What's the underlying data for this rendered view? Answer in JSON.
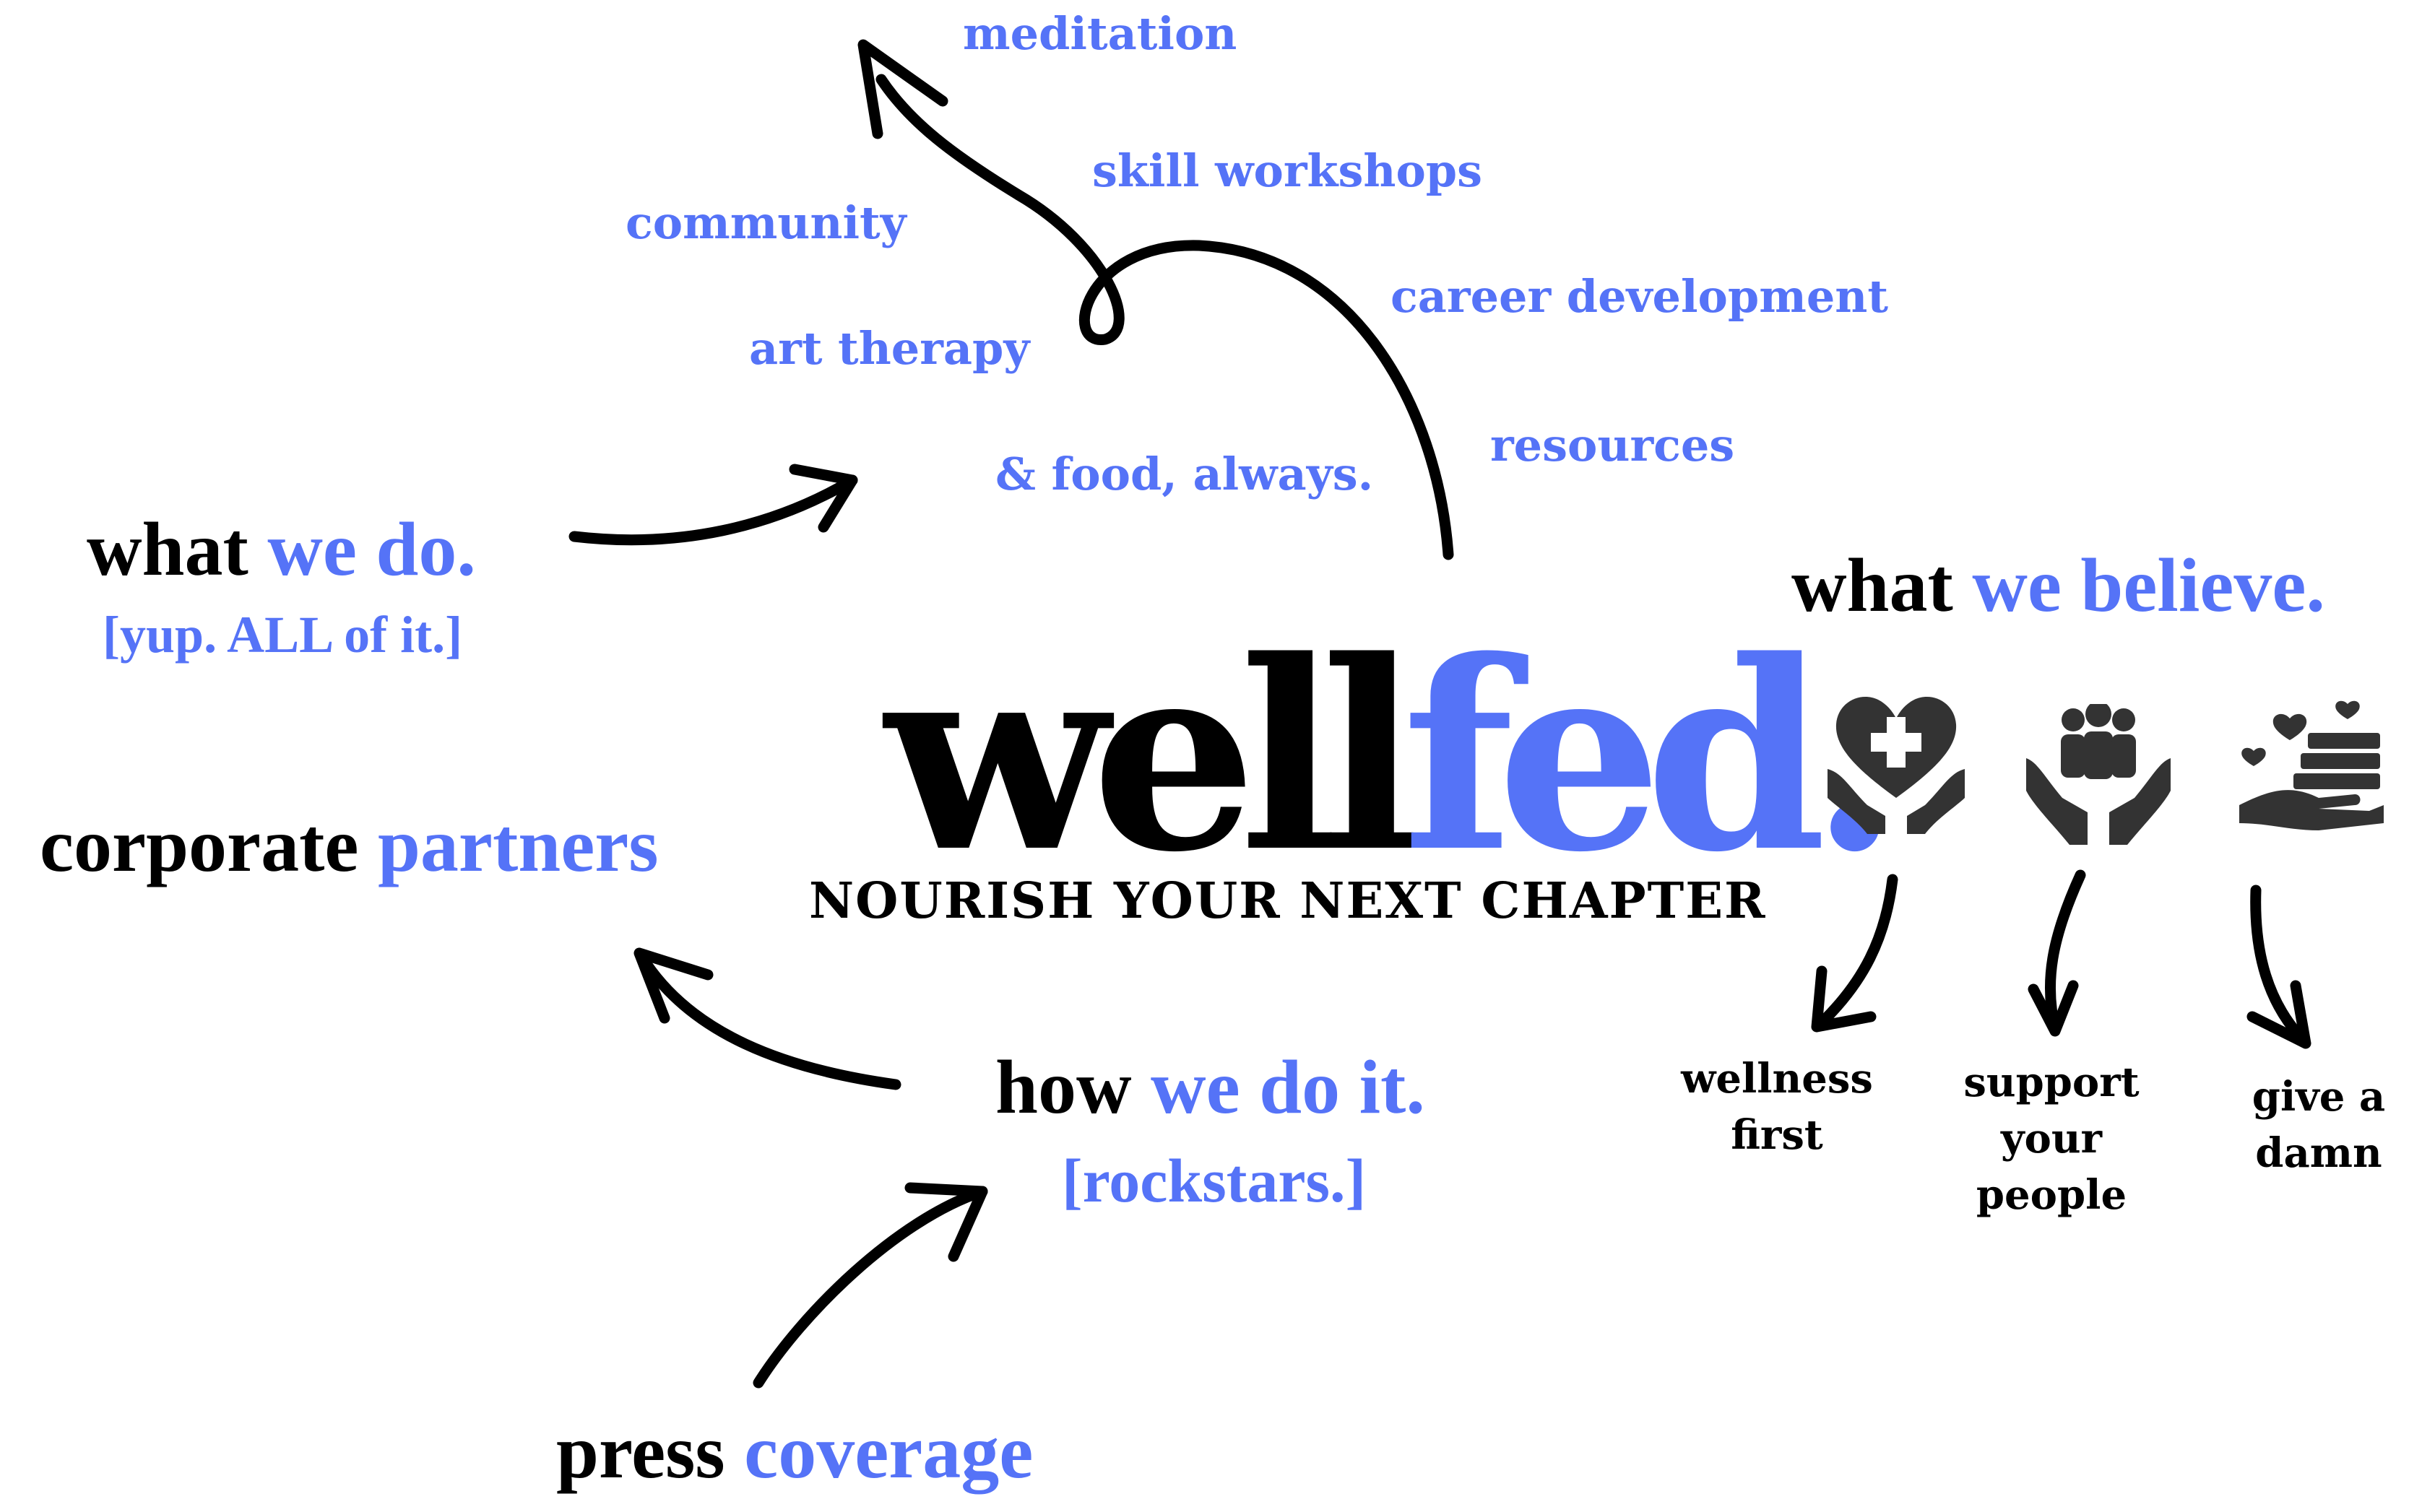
{
  "services": {
    "meditation": "meditation",
    "skill_workshops": "skill workshops",
    "community": "community",
    "career_development": "career development",
    "art_therapy": "art therapy",
    "resources": "resources",
    "food": "& food, always."
  },
  "what_we_do": {
    "lead": "what",
    "accent": "we do.",
    "sub": "[yup. ALL of it.]"
  },
  "logo": {
    "part1": "well",
    "part2": "fed.",
    "tagline": "NOURISH YOUR NEXT CHAPTER"
  },
  "corporate_partners": {
    "lead": "corporate",
    "accent": "partners"
  },
  "how_we_do_it": {
    "lead": "how",
    "accent": "we do it.",
    "sub": "[rockstars.]"
  },
  "press_coverage": {
    "lead": "press",
    "accent": "coverage"
  },
  "what_we_believe": {
    "lead": "what",
    "accent": "we believe.",
    "values": [
      {
        "icon": "heart-hands-icon",
        "label": "wellness first"
      },
      {
        "icon": "people-hands-icon",
        "label": "support your people"
      },
      {
        "icon": "giving-hand-icon",
        "label": "give a damn"
      }
    ]
  },
  "colors": {
    "accent": "#5573f7",
    "text": "#000000",
    "icon": "#333333"
  }
}
